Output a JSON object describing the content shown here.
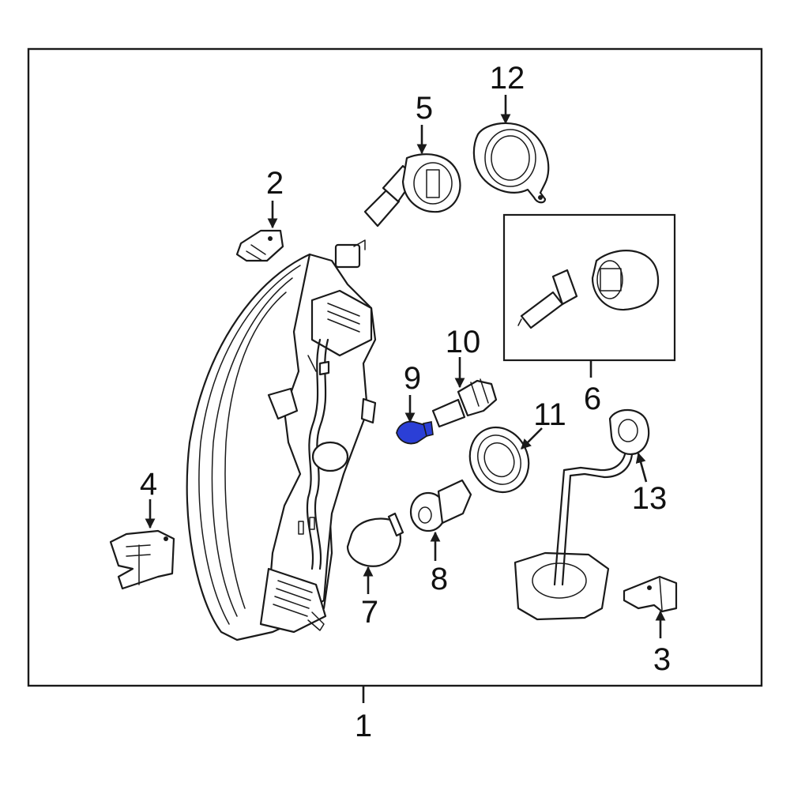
{
  "callouts": {
    "c1": "1",
    "c2": "2",
    "c3": "3",
    "c4": "4",
    "c5": "5",
    "c6": "6",
    "c7": "7",
    "c8": "8",
    "c9": "9",
    "c10": "10",
    "c11": "11",
    "c12": "12",
    "c13": "13"
  },
  "highlighted_part": "9",
  "colors": {
    "highlight": "#2b3fd6",
    "line": "#1a1a1a",
    "background": "#ffffff"
  }
}
